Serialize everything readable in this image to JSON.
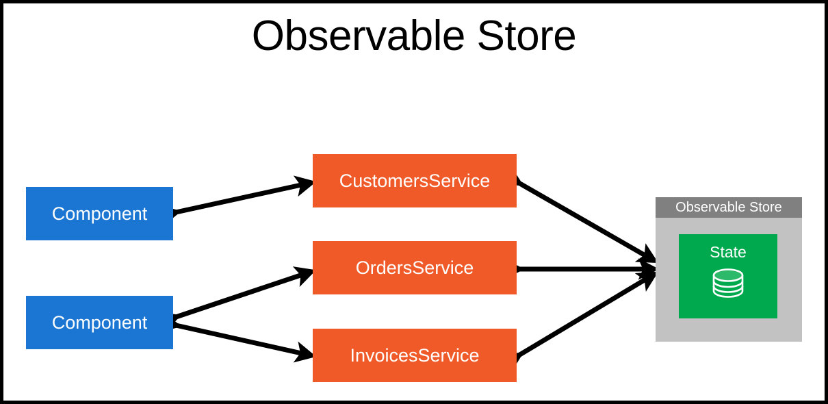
{
  "diagram": {
    "title": "Observable Store",
    "type": "architecture-diagram",
    "background_color": "#ffffff",
    "border_color": "#000000"
  },
  "nodes": {
    "components": [
      {
        "id": "component-top",
        "label": "Component",
        "color": "#1b76d3",
        "text_color": "#ffffff"
      },
      {
        "id": "component-bottom",
        "label": "Component",
        "color": "#1b76d3",
        "text_color": "#ffffff"
      }
    ],
    "services": [
      {
        "id": "service-customers",
        "label": "CustomersService",
        "color": "#f05a28",
        "text_color": "#ffffff"
      },
      {
        "id": "service-orders",
        "label": "OrdersService",
        "color": "#f05a28",
        "text_color": "#ffffff"
      },
      {
        "id": "service-invoices",
        "label": "InvoicesService",
        "color": "#f05a28",
        "text_color": "#ffffff"
      }
    ]
  },
  "store": {
    "title": "Observable Store",
    "titlebar_color": "#808080",
    "panel_color": "#c2c2c2",
    "state_label": "State",
    "state_color": "#00a94e",
    "state_icon": "database-icon",
    "text_color": "#ffffff"
  },
  "connections": [
    {
      "from": "component-top",
      "to": "service-customers",
      "direction": "bidirectional"
    },
    {
      "from": "component-bottom",
      "to": "service-orders",
      "direction": "bidirectional"
    },
    {
      "from": "component-bottom",
      "to": "service-invoices",
      "direction": "bidirectional"
    },
    {
      "from": "service-customers",
      "to": "store",
      "direction": "bidirectional"
    },
    {
      "from": "service-orders",
      "to": "store",
      "direction": "bidirectional"
    },
    {
      "from": "service-invoices",
      "to": "store",
      "direction": "bidirectional"
    }
  ]
}
